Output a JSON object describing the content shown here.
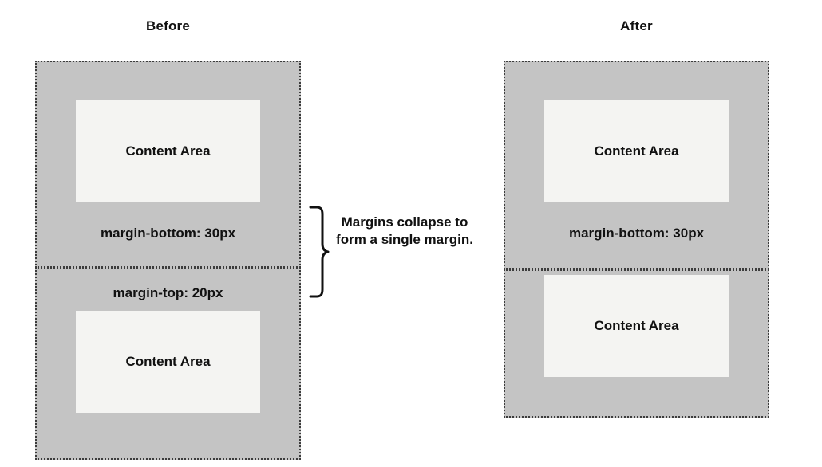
{
  "diagram": {
    "title_before": "Before",
    "title_after": "After",
    "annotation": "Margins collapse to form a single margin.",
    "colors": {
      "background": "#ffffff",
      "margin_box_fill": "#c4c4c4",
      "margin_box_border": "#3c3c3c",
      "content_box_fill": "#f4f4f2",
      "text": "#111111"
    },
    "before": {
      "heading": "Before",
      "boxes": [
        {
          "content_label": "Content Area",
          "margin_label": "margin-bottom: 30px"
        },
        {
          "content_label": "Content Area",
          "margin_label": "margin-top: 20px"
        }
      ]
    },
    "after": {
      "heading": "After",
      "boxes": [
        {
          "content_label": "Content Area",
          "margin_label": "margin-bottom: 30px"
        },
        {
          "content_label": "Content Area",
          "margin_label": ""
        }
      ]
    }
  }
}
